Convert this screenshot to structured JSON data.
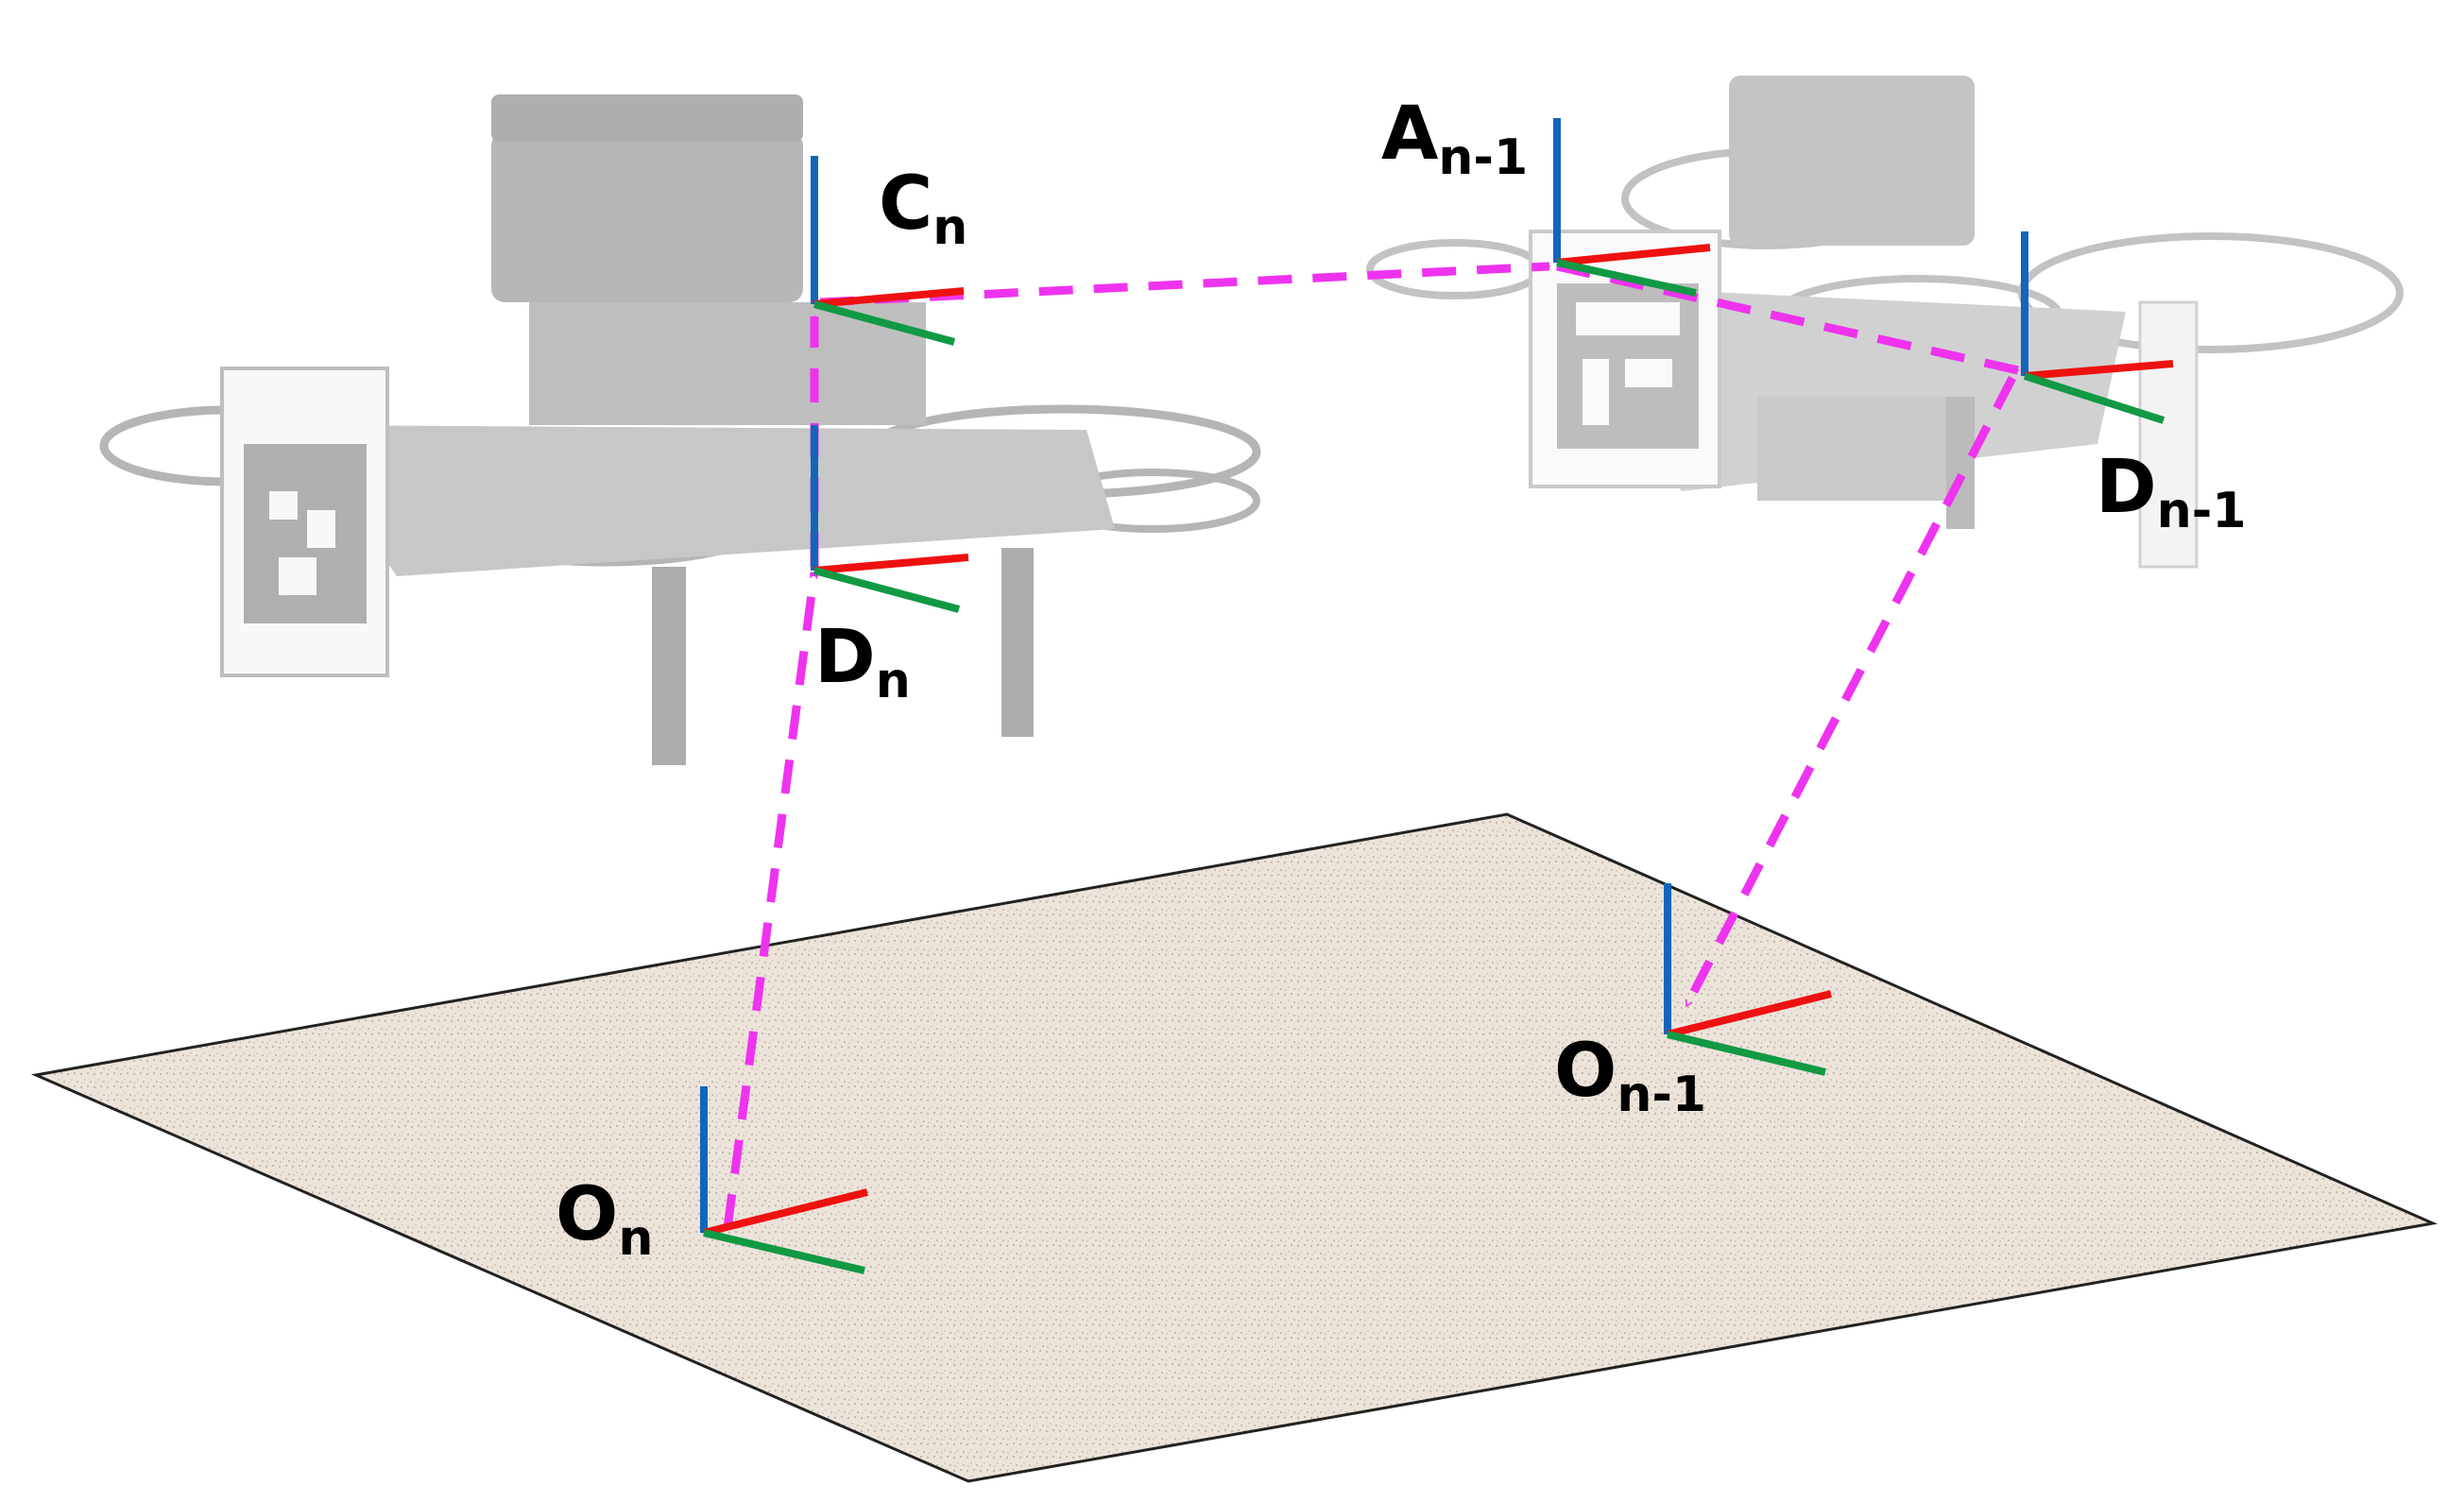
{
  "frames": {
    "c_n": {
      "letter": "C",
      "sub": "n"
    },
    "d_n": {
      "letter": "D",
      "sub": "n"
    },
    "o_n": {
      "letter": "O",
      "sub": "n"
    },
    "a_n1": {
      "letter": "A",
      "sub": "n-1"
    },
    "d_n1": {
      "letter": "D",
      "sub": "n-1"
    },
    "o_n1": {
      "letter": "O",
      "sub": "n-1"
    }
  },
  "colors": {
    "axis_x": "#ee1111",
    "axis_y": "#119944",
    "axis_z": "#1166bb",
    "transform_arrow": "#ee33ee",
    "ground_fill": "#ece4da",
    "drone_gray": "#b0b0b0"
  },
  "icons": {
    "drone_left": "quadrotor-drone-with-fiducial-marker",
    "drone_right": "quadrotor-drone-with-fiducial-marker",
    "ground": "textured-ground-plane"
  }
}
